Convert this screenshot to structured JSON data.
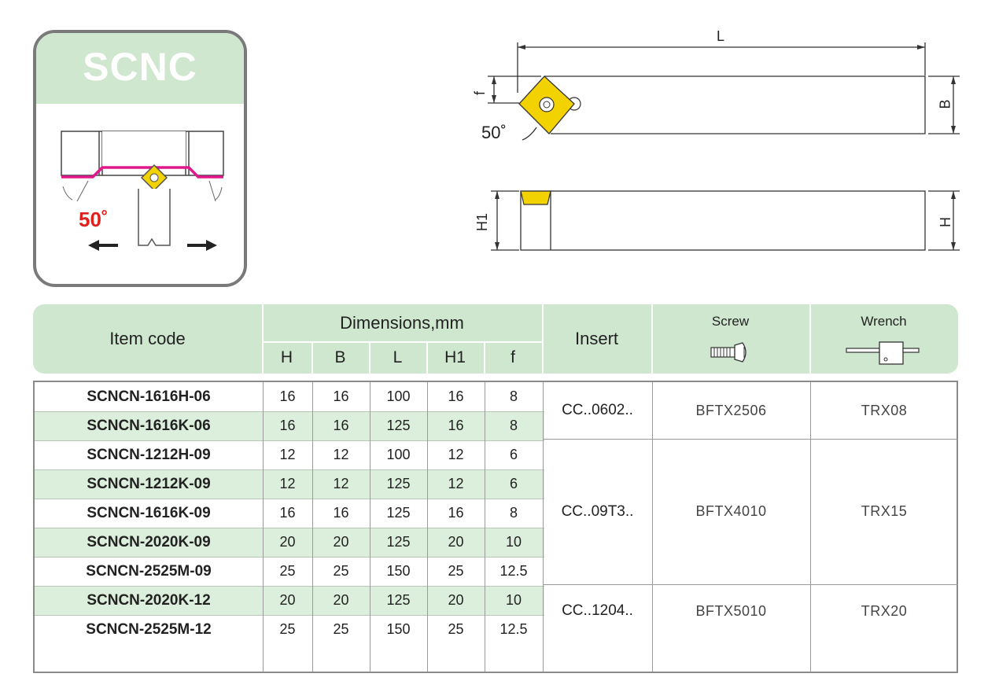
{
  "badge": {
    "title": "SCNC",
    "angle": "50˚"
  },
  "drawing": {
    "L": "L",
    "f": "f",
    "B": "B",
    "angle": "50˚",
    "H1": "H1",
    "H": "H"
  },
  "table": {
    "headers": {
      "item_code": "Item code",
      "dimensions": "Dimensions,mm",
      "insert": "Insert",
      "screw": "Screw",
      "wrench": "Wrench"
    },
    "dim_cols": [
      "H",
      "B",
      "L",
      "H1",
      "f"
    ],
    "rows": [
      {
        "code": "SCNCN-1616H-06",
        "H": "16",
        "B": "16",
        "L": "100",
        "H1": "16",
        "f": "8"
      },
      {
        "code": "SCNCN-1616K-06",
        "H": "16",
        "B": "16",
        "L": "125",
        "H1": "16",
        "f": "8"
      },
      {
        "code": "SCNCN-1212H-09",
        "H": "12",
        "B": "12",
        "L": "100",
        "H1": "12",
        "f": "6"
      },
      {
        "code": "SCNCN-1212K-09",
        "H": "12",
        "B": "12",
        "L": "125",
        "H1": "12",
        "f": "6"
      },
      {
        "code": "SCNCN-1616K-09",
        "H": "16",
        "B": "16",
        "L": "125",
        "H1": "16",
        "f": "8"
      },
      {
        "code": "SCNCN-2020K-09",
        "H": "20",
        "B": "20",
        "L": "125",
        "H1": "20",
        "f": "10"
      },
      {
        "code": "SCNCN-2525M-09",
        "H": "25",
        "B": "25",
        "L": "150",
        "H1": "25",
        "f": "12.5"
      },
      {
        "code": "SCNCN-2020K-12",
        "H": "20",
        "B": "20",
        "L": "125",
        "H1": "20",
        "f": "10"
      },
      {
        "code": "SCNCN-2525M-12",
        "H": "25",
        "B": "25",
        "L": "150",
        "H1": "25",
        "f": "12.5"
      }
    ],
    "groups": [
      {
        "insert": "CC..0602..",
        "screw": "BFTX2506",
        "wrench": "TRX08"
      },
      {
        "insert": "CC..09T3..",
        "screw": "BFTX4010",
        "wrench": "TRX15"
      },
      {
        "insert": "CC..1204..",
        "screw": "BFTX5010",
        "wrench": "TRX20"
      }
    ]
  },
  "colors": {
    "header_green": "#cfe6cf",
    "row_green": "#dcefdc",
    "insert_yellow": "#f2d200",
    "edge_magenta": "#e0188c",
    "angle_red": "#e0201c"
  }
}
